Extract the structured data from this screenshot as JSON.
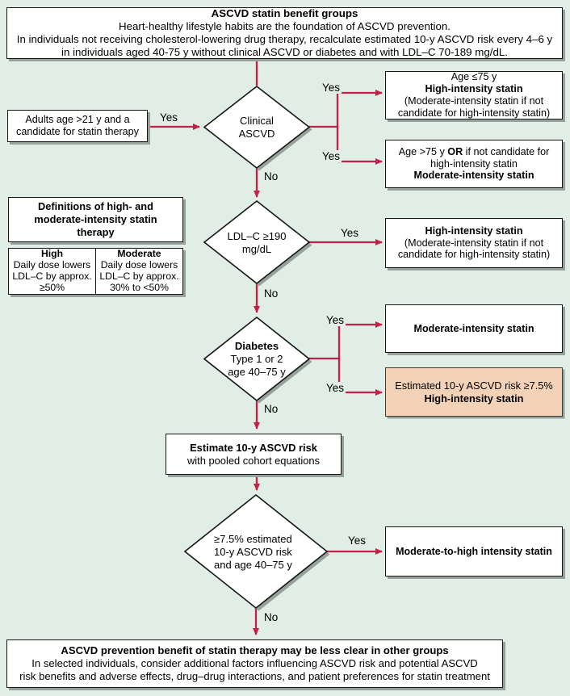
{
  "palette": {
    "background": "#e0eee6",
    "line_red": "#c4204a",
    "box_fill": "#ffffff",
    "highlight_fill": "#f4d2b8",
    "shadow_gray": "#96a19b"
  },
  "labels": {
    "yes": "Yes",
    "no": "No"
  },
  "top_banner": {
    "lines": [
      [
        {
          "t": "ASCVD statin benefit groups",
          "b": 1
        }
      ],
      [
        {
          "t": "Heart-healthy lifestyle habits are the foundation of ASCVD prevention.",
          "b": 0
        }
      ],
      [
        {
          "t": "In individuals not receiving cholesterol-lowering drug therapy, recalculate estimated 10-y ASCVD risk every 4–6 y",
          "b": 0
        }
      ],
      [
        {
          "t": "in individuals aged 40-75 y without clinical ASCVD or diabetes and with LDL–C 70-189 mg/dL.",
          "b": 0
        }
      ]
    ]
  },
  "start_box": {
    "lines": [
      [
        {
          "t": "Adults age >21 y and a",
          "b": 0
        }
      ],
      [
        {
          "t": "candidate for statin therapy",
          "b": 0
        }
      ]
    ]
  },
  "diamonds": {
    "clinical": {
      "lines": [
        [
          {
            "t": "Clinical",
            "b": 0
          }
        ],
        [
          {
            "t": "ASCVD",
            "b": 0
          }
        ]
      ]
    },
    "ldl": {
      "lines": [
        [
          {
            "t": "LDL–C ≥190",
            "b": 0
          }
        ],
        [
          {
            "t": "mg/dL",
            "b": 0
          }
        ]
      ]
    },
    "diabetes": {
      "lines": [
        [
          {
            "t": "Diabetes",
            "b": 1
          }
        ],
        [
          {
            "t": "Type 1 or 2",
            "b": 0
          }
        ],
        [
          {
            "t": "age 40–75 y",
            "b": 0
          }
        ]
      ]
    },
    "risk": {
      "lines": [
        [
          {
            "t": "≥7.5% estimated",
            "b": 0
          }
        ],
        [
          {
            "t": "10-y ASCVD risk",
            "b": 0
          }
        ],
        [
          {
            "t": "and age 40–75 y",
            "b": 0
          }
        ]
      ]
    }
  },
  "outcome_boxes": {
    "age_le_75": {
      "lines": [
        [
          {
            "t": "Age ≤75 y",
            "b": 0
          }
        ],
        [
          {
            "t": "High-intensity statin",
            "b": 1
          }
        ],
        [
          {
            "t": "(Moderate-intensity statin if not",
            "b": 0
          }
        ],
        [
          {
            "t": "candidate for high-intensity statin)",
            "b": 0
          }
        ]
      ]
    },
    "age_gt_75": {
      "lines": [
        [
          {
            "t": "Age >75 y ",
            "b": 0
          },
          {
            "t": "OR",
            "b": 1
          },
          {
            "t": " if not candidate for",
            "b": 0
          }
        ],
        [
          {
            "t": "high-intensity statin",
            "b": 0
          }
        ],
        [
          {
            "t": "Moderate-intensity statin",
            "b": 1
          }
        ]
      ]
    },
    "high_intensity": {
      "lines": [
        [
          {
            "t": "High-intensity statin",
            "b": 1
          }
        ],
        [
          {
            "t": "(Moderate-intensity statin if not",
            "b": 0
          }
        ],
        [
          {
            "t": "candidate for high-intensity statin)",
            "b": 0
          }
        ]
      ]
    },
    "moderate_intensity": {
      "lines": [
        [
          {
            "t": "Moderate-intensity statin",
            "b": 1
          }
        ]
      ]
    },
    "estimated_risk_high": {
      "lines": [
        [
          {
            "t": "Estimated 10-y ASCVD risk ≥7.5%",
            "b": 0
          }
        ],
        [
          {
            "t": "High-intensity statin",
            "b": 1
          }
        ]
      ]
    },
    "mod_to_high": {
      "lines": [
        [
          {
            "t": "Moderate-to-high intensity statin",
            "b": 1
          }
        ]
      ]
    }
  },
  "estimate_box": {
    "lines": [
      [
        {
          "t": "Estimate 10-y ASCVD risk",
          "b": 1
        }
      ],
      [
        {
          "t": "with pooled cohort equations",
          "b": 0
        }
      ]
    ]
  },
  "definitions": {
    "title": {
      "lines": [
        [
          {
            "t": "Definitions of high- and",
            "b": 1
          }
        ],
        [
          {
            "t": "moderate-intensity statin",
            "b": 1
          }
        ],
        [
          {
            "t": "therapy",
            "b": 1
          }
        ]
      ]
    },
    "columns": [
      {
        "lines": [
          [
            {
              "t": "High",
              "b": 1
            }
          ],
          [
            {
              "t": "Daily dose lowers",
              "b": 0
            }
          ],
          [
            {
              "t": "LDL–C by approx.",
              "b": 0
            }
          ],
          [
            {
              "t": "≥50%",
              "b": 0
            }
          ]
        ]
      },
      {
        "lines": [
          [
            {
              "t": "Moderate",
              "b": 1
            }
          ],
          [
            {
              "t": "Daily dose lowers",
              "b": 0
            }
          ],
          [
            {
              "t": "LDL–C by approx.",
              "b": 0
            }
          ],
          [
            {
              "t": "30% to <50%",
              "b": 0
            }
          ]
        ]
      }
    ]
  },
  "bottom_banner": {
    "lines": [
      [
        {
          "t": "ASCVD prevention benefit of statin therapy may be less clear in other groups",
          "b": 1
        }
      ],
      [
        {
          "t": "In selected individuals, consider additional factors influencing ASCVD risk and potential ASCVD",
          "b": 0
        }
      ],
      [
        {
          "t": "risk benefits and adverse effects, drug–drug interactions, and patient preferences for statin treatment",
          "b": 0
        }
      ]
    ]
  }
}
